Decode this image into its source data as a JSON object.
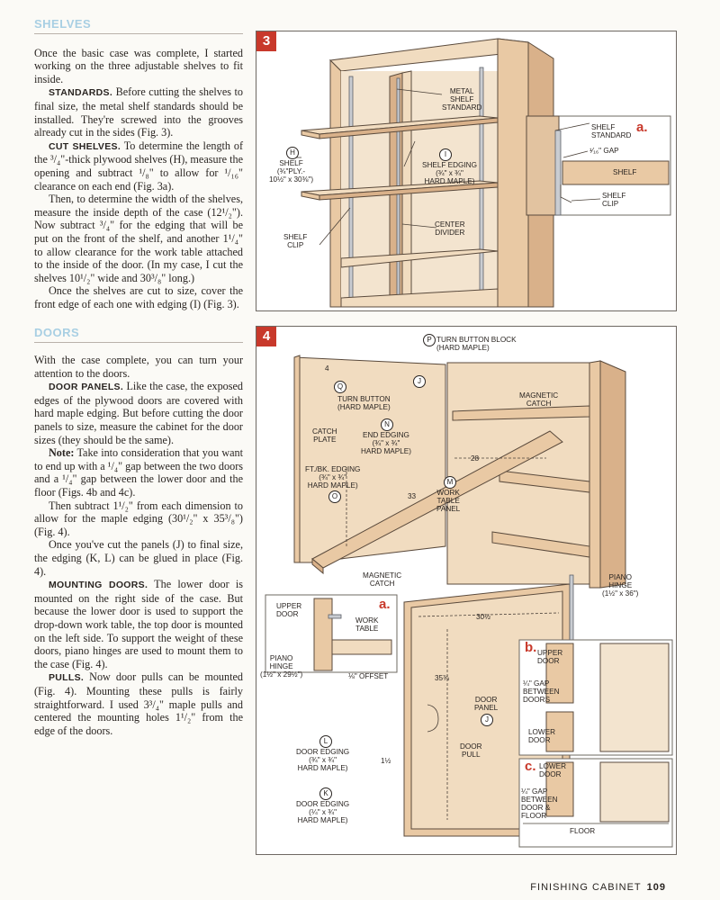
{
  "sections": {
    "shelves": {
      "heading": "SHELVES",
      "p1": "Once the basic case was complete, I started working on the three adjustable shelves to fit inside.",
      "p2_lead": "STANDARDS.",
      "p2": "Before cutting the shelves to final size, the metal shelf standards should be installed. They're screwed into the grooves already cut in the sides (Fig. 3).",
      "p3_lead": "CUT SHELVES.",
      "p3": "To determine the length of the ³/₄\"-thick plywood shelves (H), measure the opening and subtract ¹/₈\" to allow for ¹/₁₆\" clearance on each end (Fig. 3a).",
      "p4": "Then, to determine the width of the shelves, measure the inside depth of the case (12¹/₂\"). Now subtract ³/₄\" for the edging that will be put on the front of the shelf, and another 1¹/₄\" to allow clearance for the work table attached to the inside of the door. (In my case, I cut the shelves 10¹/₂\" wide and 30³/₈\" long.)",
      "p5": "Once the shelves are cut to size, cover the front edge of each one with edging (I) (Fig. 3)."
    },
    "doors": {
      "heading": "DOORS",
      "p1": "With the case complete, you can turn your attention to the doors.",
      "p2_lead": "DOOR PANELS.",
      "p2": "Like the case, the exposed edges of the plywood doors are covered with hard maple edging. But before cutting the door panels to size, measure the cabinet for the door sizes (they should be the same).",
      "p3_lead": "Note:",
      "p3": "Take into consideration that you want to end up with a ¹/₄\" gap between the two doors and a ¹/₄\" gap between the lower door and the floor (Figs. 4b and 4c).",
      "p4": "Then subtract 1¹/₂\" from each dimension to allow for the maple edging (30¹/₂\" x 35³/₈\") (Fig. 4).",
      "p5": "Once you've cut the panels (J) to final size, the edging (K, L) can be glued in place (Fig. 4).",
      "p6_lead": "MOUNTING DOORS.",
      "p6": "The lower door is mounted on the right side of the case. But because the lower door is used to support the drop-down work table, the top door is mounted on the left side. To support the weight of these doors, piano hinges are used to mount them to the case (Fig. 4).",
      "p7_lead": "PULLS.",
      "p7": "Now door pulls can be mounted (Fig. 4). Mounting these pulls is fairly straightforward. I used 3³/₄\" maple pulls and centered the mounting holes 1¹/₂\" from the edge of the doors."
    }
  },
  "figure3": {
    "number": "3",
    "detail_letter": "a.",
    "labels": {
      "metal_shelf_standard": "METAL\nSHELF\nSTANDARD",
      "shelf_h_letter": "H",
      "shelf_h": "SHELF\n(¾\"PLY.-\n10½\" x 30⅜\")",
      "shelf_edging_letter": "I",
      "shelf_edging": "SHELF EDGING\n(¾\" x ¾\"\nHARD MAPLE)",
      "center_divider": "CENTER\nDIVIDER",
      "shelf_clip": "SHELF\nCLIP",
      "detail_shelf_standard": "SHELF\nSTANDARD",
      "detail_gap": "¹⁄₁₆\" GAP",
      "detail_shelf": "SHELF",
      "detail_shelf_clip": "SHELF\nCLIP"
    }
  },
  "figure4": {
    "number": "4",
    "labels": {
      "turn_button_block_letter": "P",
      "turn_button_block": "TURN BUTTON BLOCK\n(HARD MAPLE)",
      "dim_4": "4",
      "turn_button_letter": "Q",
      "turn_button": "TURN BUTTON\n(HARD MAPLE)",
      "j_letter": "J",
      "magnetic_catch_top": "MAGNETIC\nCATCH",
      "catch_plate": "CATCH\nPLATE",
      "end_edging_letter": "N",
      "end_edging": "END EDGING\n(¾\" x ¾\"\nHARD MAPLE)",
      "dim_28": "28",
      "ft_bk_edging": "FT./BK. EDGING\n(¾\" x ¾\"\nHARD MAPLE)",
      "ft_bk_letter": "O",
      "work_table_letter": "M",
      "work_table_panel": "WORK\nTABLE\nPANEL",
      "dim_33": "33",
      "magnetic_catch_mid": "MAGNETIC\nCATCH",
      "piano_hinge_right": "PIANO\nHINGE\n(1½\" x 36\")",
      "upper_door_inset": "UPPER\nDOOR",
      "work_table_inset": "WORK\nTABLE",
      "inset_a": "a.",
      "piano_hinge_left": "PIANO\nHINGE\n(1½\" x 29½\")",
      "offset": "⅛\" OFFSET",
      "dim_30_5": "30½",
      "dim_35_38": "35⅜",
      "door_panel": "DOOR\nPANEL",
      "door_panel_letter": "J",
      "door_pull": "DOOR\nPULL",
      "door_edging_l_letter": "L",
      "door_edging_l": "DOOR EDGING\n(¾\" x ¾\"\nHARD MAPLE)",
      "dim_1_5": "1½",
      "door_edging_k_letter": "K",
      "door_edging_k": "DOOR EDGING\n(¼\" x ¾\"\nHARD MAPLE)",
      "inset_b": "b.",
      "upper_door_b": "UPPER\nDOOR",
      "gap_between_doors": "¼\" GAP\nBETWEEN\nDOORS",
      "lower_door_b": "LOWER\nDOOR",
      "inset_c": "c.",
      "lower_door_c": "LOWER\nDOOR",
      "gap_door_floor": "¼\" GAP\nBETWEEN\nDOOR &\nFLOOR",
      "floor": "FLOOR"
    }
  },
  "footer": {
    "title": "FINISHING CABINET",
    "page": "109"
  },
  "colors": {
    "accent_red": "#c8392b",
    "heading_blue": "#a8cfe3",
    "wood": "#e9c9a4"
  }
}
